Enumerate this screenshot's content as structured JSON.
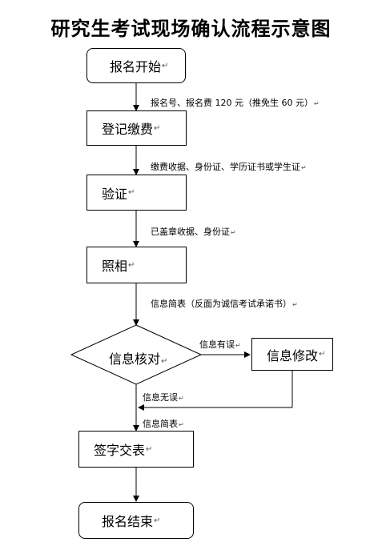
{
  "title": "研究生考试现场确认流程示意图",
  "return_mark": "↵",
  "steps": {
    "start": "报名开始",
    "register": "登记缴费",
    "verify": "验证",
    "photo": "照相",
    "check": "信息核对",
    "modify": "信息修改",
    "sign": "签字交表",
    "end": "报名结束"
  },
  "notes": {
    "n1": "报名号、报名费 120 元（推免生 60 元）",
    "n2": "缴费收据、身份证、学历证书或学生证",
    "n3": "已盖章收据、身份证",
    "n4": "信息简表（反面为诚信考试承诺书）",
    "error": "信息有误",
    "ok": "信息无误",
    "brief": "信息简表"
  }
}
